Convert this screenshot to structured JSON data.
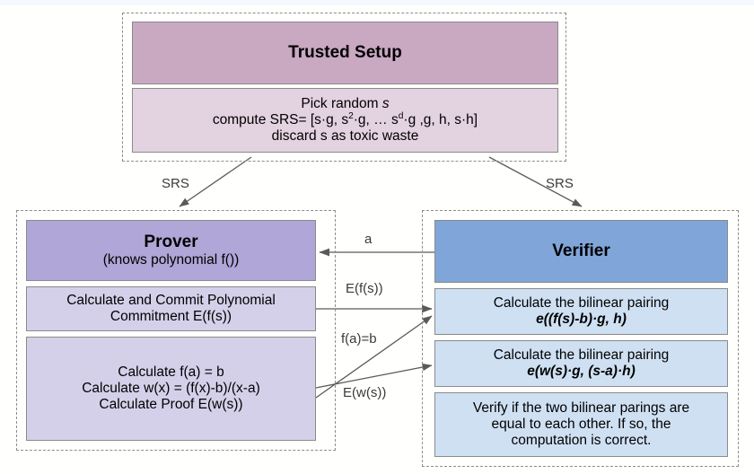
{
  "diagram": {
    "title": "KZG polynomial commitment protocol flow",
    "colors": {
      "setup_header": "#c9a8c2",
      "setup_body": "#e3d2df",
      "prover_header": "#b0a6d7",
      "prover_body": "#d5d0ea",
      "verifier_header": "#80a5d8",
      "verifier_body": "#cfe0f3",
      "arrow": "#5a5a5a",
      "dashed_border": "#8d8d8d",
      "background": "#fffffd"
    }
  },
  "setup": {
    "header": "Trusted Setup",
    "body": {
      "line1_prefix": "Pick random ",
      "line1_var": "s",
      "line2_a": "compute SRS= [s·g, s",
      "line2_sup1": "2",
      "line2_b": "·g, … s",
      "line2_sup2": "d",
      "line2_c": "·g ,g, h, s·h]",
      "line3": "discard s as toxic waste"
    }
  },
  "prover": {
    "header": "Prover",
    "subtitle": "(knows polynomial f())",
    "commit": {
      "line1": "Calculate and Commit Polynomial",
      "line2": "Commitment E(f(s))"
    },
    "proof": {
      "line1": "Calculate f(a) = b",
      "line2": "Calculate w(x) = (f(x)-b)/(x-a)",
      "line3": "Calculate Proof E(w(s))"
    }
  },
  "verifier": {
    "header": "Verifier",
    "pairing1": {
      "line1": "Calculate the bilinear pairing",
      "line2": "e((f(s)-b)·g, h)"
    },
    "pairing2": {
      "line1": "Calculate the bilinear pairing",
      "line2": "e(w(s)·g, (s-a)·h)"
    },
    "result": {
      "line1": "Verify if the two bilinear parings are",
      "line2": "equal to each other. If so, the",
      "line3": "computation is correct."
    }
  },
  "edges": {
    "srs_left": "SRS",
    "srs_right": "SRS",
    "challenge_a": "a",
    "commitment": "E(f(s))",
    "evaluation": "f(a)=b",
    "witness": "E(w(s))"
  }
}
